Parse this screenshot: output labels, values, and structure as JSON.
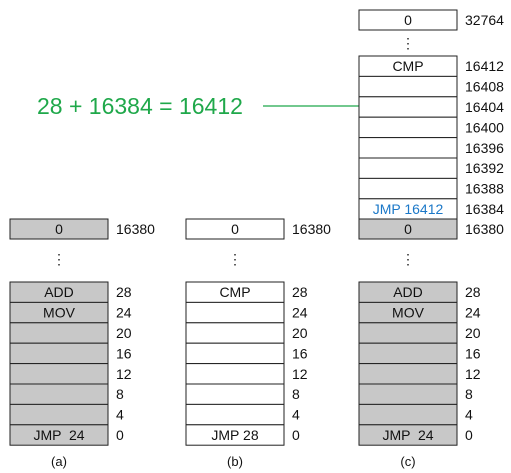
{
  "colors": {
    "grey_fill": "#c8c8c8",
    "white_fill": "#ffffff",
    "border": "#222222",
    "equation_green": "#1fa84a",
    "arrow_green": "#1fa84a",
    "jmp_blue": "#1b78c8"
  },
  "equation": "28 + 16384 = 16412",
  "panel_a": {
    "caption": "(a)",
    "top_cell": {
      "text": "0",
      "address": "16380"
    },
    "ellipsis": "⋮",
    "cells": [
      {
        "text": "ADD",
        "address": "28"
      },
      {
        "text": "MOV",
        "address": "24"
      },
      {
        "text": "",
        "address": "20"
      },
      {
        "text": "",
        "address": "16"
      },
      {
        "text": "",
        "address": "12"
      },
      {
        "text": "",
        "address": "8"
      },
      {
        "text": "",
        "address": "4"
      },
      {
        "text": "JMP  24",
        "address": "0"
      }
    ]
  },
  "panel_b": {
    "caption": "(b)",
    "top_cell": {
      "text": "0",
      "address": "16380"
    },
    "ellipsis": "⋮",
    "cells": [
      {
        "text": "CMP",
        "address": "28"
      },
      {
        "text": "",
        "address": "24"
      },
      {
        "text": "",
        "address": "20"
      },
      {
        "text": "",
        "address": "16"
      },
      {
        "text": "",
        "address": "12"
      },
      {
        "text": "",
        "address": "8"
      },
      {
        "text": "",
        "address": "4"
      },
      {
        "text": "JMP 28",
        "address": "0"
      }
    ]
  },
  "panel_c": {
    "caption": "(c)",
    "top_cell": {
      "text": "0",
      "address": "32764"
    },
    "ellipsis": "⋮",
    "upper_cells": [
      {
        "text": "CMP",
        "address": "16412"
      },
      {
        "text": "",
        "address": "16408"
      },
      {
        "text": "",
        "address": "16404"
      },
      {
        "text": "",
        "address": "16400"
      },
      {
        "text": "",
        "address": "16396"
      },
      {
        "text": "",
        "address": "16392"
      },
      {
        "text": "",
        "address": "16388"
      },
      {
        "text": "JMP 16412",
        "address": "16384"
      }
    ],
    "boundary_cell": {
      "text": "0",
      "address": "16380"
    },
    "lower_cells": [
      {
        "text": "ADD",
        "address": "28"
      },
      {
        "text": "MOV",
        "address": "24"
      },
      {
        "text": "",
        "address": "20"
      },
      {
        "text": "",
        "address": "16"
      },
      {
        "text": "",
        "address": "12"
      },
      {
        "text": "",
        "address": "8"
      },
      {
        "text": "",
        "address": "4"
      },
      {
        "text": "JMP  24",
        "address": "0"
      }
    ]
  }
}
